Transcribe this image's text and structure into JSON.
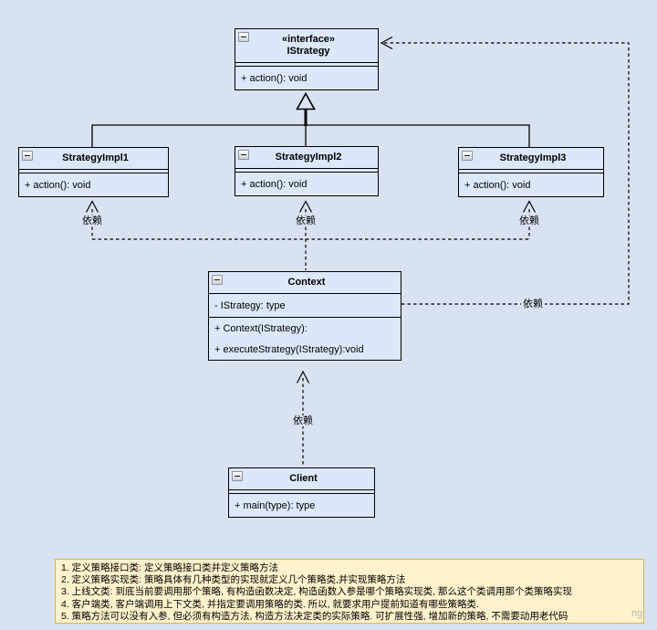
{
  "colors": {
    "canvas": "#d9e2f1",
    "box-fill": "#dce8fa",
    "box-stroke": "#000000",
    "note-fill": "#fff2cc",
    "note-stroke": "#d6b656"
  },
  "classes": [
    {
      "stereotype": "«interface»",
      "name": "IStrategy",
      "methods": [
        "+ action(): void"
      ]
    },
    {
      "name": "StrategyImpl1",
      "methods": [
        "+ action(): void"
      ]
    },
    {
      "name": "StrategyImpl2",
      "methods": [
        "+ action(): void"
      ]
    },
    {
      "name": "StrategyImpl3",
      "methods": [
        "+ action(): void"
      ]
    },
    {
      "name": "Context",
      "fields": [
        "- IStrategy: type"
      ],
      "methods": [
        "+ Context(IStrategy):",
        "+ executeStrategy(IStrategy):void"
      ]
    },
    {
      "name": "Client",
      "methods": [
        "+ main(type): type"
      ]
    }
  ],
  "labels": {
    "dependency": "依赖"
  },
  "note": {
    "lines": [
      "1. 定义策略接口类: 定义策略接口类并定义策略方法",
      "2. 定义策略实现类: 策略具体有几种类型的实现就定义几个策略类,并实现策略方法",
      "3. 上线文类: 到底当前要调用那个策略, 有构造函数决定, 构造函数入参是哪个策略实现类, 那么这个类调用那个类策略实现",
      "4. 客户端类, 客户端调用上下文类, 并指定要调用策略的类. 所以, 就要求用户提前知道有哪些策略类.",
      "5. 策略方法可以没有入参, 但必须有构造方法, 构造方法决定类的实际策略. 可扩展性强, 增加新的策略, 不需要动用老代码"
    ],
    "watermark": "ng"
  }
}
